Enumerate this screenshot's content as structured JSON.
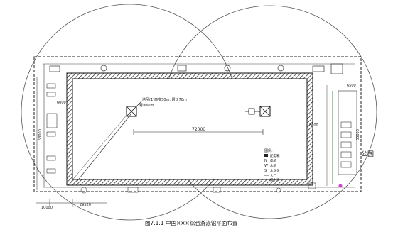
{
  "drawing": {
    "caption": "图7.1.1 中国×××综合游泳馆平面布置",
    "park_label": "公园",
    "dimensions": {
      "pool_inner_span": "72000",
      "left_height": "53000",
      "right_height": "53000",
      "bottom_left": "10000",
      "bottom_mid": "29520",
      "right_offset": "8000",
      "left_side": "6000",
      "right_top": "6500"
    },
    "notes": {
      "crane_spec": "塔吊(1)高度50m, 臂长70m",
      "crane_spec_2": "臂=60m"
    },
    "legend": {
      "title": "图例:",
      "items": [
        "配电箱",
        "电箱",
        "水箱",
        "水龙头",
        "大门",
        "排水沟"
      ]
    }
  },
  "colors": {
    "line": "#222222",
    "hatch": "#333333",
    "accent": "#cc44cc",
    "pipe": "#2a8a3a"
  }
}
